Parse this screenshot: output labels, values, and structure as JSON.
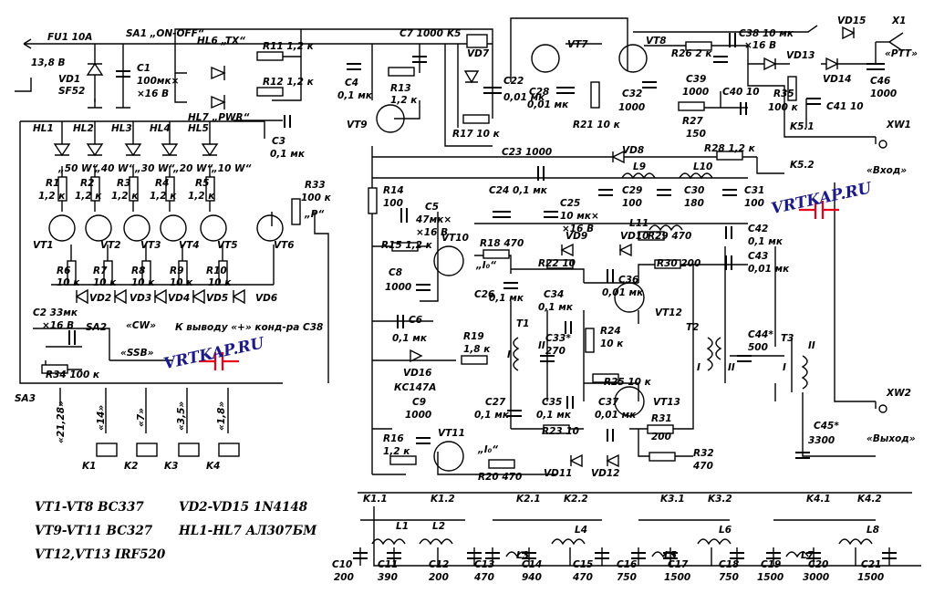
{
  "bom_notes": [
    "VT1-VT8 BC337",
    "VD2-VD15 1N4148",
    "VT9-VT11 BC327",
    "HL1-HL7 АЛ307БМ",
    "VT12,VT13 IRF520"
  ],
  "watermark": "VRTKAP.RU",
  "colors": {
    "ink": "#000000",
    "watermark": "#1a1a8c",
    "mark": "#e6001a"
  },
  "labels": {
    "supply_fuse": "FU1 10A",
    "supply_voltage": "13,8 В",
    "vd1": "VD1",
    "vd1_type": "SF52",
    "sa1": "SA1 „ON-OFF“",
    "c1": "C1",
    "c1_val": "100мк×",
    "c1_volt": "×16 В",
    "hl6": "HL6 „TX“",
    "hl7": "HL7 „PWR“",
    "r11": "R11 1,2 к",
    "r12": "R12 1,2 к",
    "c7": "C7 1000",
    "k5": "K5",
    "vd7": "VD7",
    "c22": "C22",
    "c22_val": "0,01 мк",
    "vt7": "VT7",
    "vt8": "VT8",
    "c28": "C28",
    "c28_val": "0,01 мк",
    "r21": "R21 10 к",
    "c32": "C32",
    "c32_val": "1000",
    "r26": "R26 2 к",
    "c38": "C38 10 мк",
    "c38_volt": "×16 В",
    "c39": "C39",
    "c39_val": "1000",
    "c40": "C40 10",
    "vd13": "VD13",
    "vd14": "VD14",
    "vd15": "VD15",
    "x1": "X1",
    "ptt": "«PTT»",
    "c46": "C46",
    "c46_val": "1000",
    "r35": "R35",
    "r35_val": "100 к",
    "c41": "C41 10",
    "r27": "R27",
    "r27_val": "150",
    "k51": "K5.1",
    "xw1": "XW1",
    "vhod": "«Вход»",
    "k52": "K5.2",
    "r28": "R28 1,2 к",
    "hl1": "HL1",
    "hl2": "HL2",
    "hl3": "HL3",
    "hl4": "HL4",
    "hl5": "HL5",
    "p50": "„50 W“",
    "p40": "„40 W“",
    "p30": "„30 W“",
    "p20": "„20 W“",
    "p10": "„10 W“",
    "r1": "R1",
    "r2": "R2",
    "r3": "R3",
    "r4": "R4",
    "r5": "R5",
    "k12": "1,2 к",
    "vt1": "VT1",
    "vt2": "VT2",
    "vt3": "VT3",
    "vt4": "VT4",
    "vt5": "VT5",
    "vt6": "VT6",
    "r6": "R6",
    "r7": "R7",
    "r8": "R8",
    "r9": "R9",
    "r10": "R10",
    "k10": "10 к",
    "vd2": "VD2",
    "vd3": "VD3",
    "vd4": "VD4",
    "vd5": "VD5",
    "vd6": "VD6",
    "c3": "C3",
    "c3_val": "0,1 мк",
    "r33": "R33",
    "r33_val": "100 к",
    "r33_p": "„P“",
    "c4": "C4",
    "c4_val": "0,1 мк",
    "r13": "R13",
    "r13_val": "1,2 к",
    "vt9": "VT9",
    "r17": "R17 10 к",
    "c23": "C23 1000",
    "vd8": "VD8",
    "l9": "L9",
    "l10": "L10",
    "c29": "C29",
    "c29_val": "100",
    "c30": "C30",
    "c30_val": "180",
    "c31": "C31",
    "c31_val": "100",
    "r14": "R14",
    "r14_val": "100",
    "c5": "C5",
    "c5_val": "47мк×",
    "c5_volt": "×16 В",
    "c24": "C24 0,1 мк",
    "c25": "C25",
    "c25_val": "10 мк×",
    "c25_volt": "×16 В",
    "l11": "L11",
    "c42": "C42",
    "c42_val": "0,1 мк",
    "c43": "C43",
    "c43_val": "0,01 мк",
    "r15": "R15 1,2 к",
    "vt10": "VT10",
    "r18": "R18 470",
    "vd9": "VD9",
    "vd10": "VD10",
    "r29": "R29 470",
    "i0_top": "„I₀“",
    "c8": "C8",
    "c8_val": "1000",
    "c26": "C26",
    "c26_val": "0,1 мк",
    "r22": "R22 10",
    "r30": "R30 200",
    "c36": "C36",
    "c36_val": "0,01 мк",
    "c2": "C2 33мк",
    "c2_volt": "×16 В",
    "sa2": "SA2",
    "cw": "«CW»",
    "to_c38": "К выводу «+» конд-ра C38",
    "ssb": "«SSB»",
    "r34": "R34 100 к",
    "c6": "C6",
    "c6_val": "0,1 мк",
    "c34": "C34",
    "c34_val": "0,1 мк",
    "vt12": "VT12",
    "t1": "T1",
    "t2": "T2",
    "t3": "T3",
    "c44": "C44*",
    "c44_val": "500",
    "c33": "C33*",
    "c33_val": "270",
    "r24": "R24",
    "r24_val": "10 к",
    "r19": "R19",
    "r19_val": "1,8 к",
    "vd16": "VD16",
    "vd16_type": "КС147А",
    "r25": "R25 10 к",
    "sa3": "SA3",
    "b2128": "«21,28»",
    "b14": "«14»",
    "b7": "«7»",
    "b35": "«3,5»",
    "b18": "«1,8»",
    "k1": "K1",
    "k2": "K2",
    "k3": "K3",
    "k4": "K4",
    "c9": "C9",
    "c9_val": "1000",
    "c27": "C27",
    "c27_val": "0,1 мк",
    "c35": "C35",
    "c35_val": "0,1 мк",
    "c37": "C37",
    "c37_val": "0,01 мк",
    "vt13": "VT13",
    "r23": "R23 10",
    "r31": "R31",
    "r31_val": "200",
    "xw2": "XW2",
    "vyhod": "«Выход»",
    "c45": "C45*",
    "c45_val": "3300",
    "r16": "R16",
    "r16_val": "1,2 к",
    "vt11": "VT11",
    "i0_bot": "„I₀“",
    "vd11": "VD11",
    "vd12": "VD12",
    "r32": "R32",
    "r32_val": "470",
    "r20": "R20 470",
    "k11": "K1.1",
    "k12r": "K1.2",
    "k21": "K2.1",
    "k22": "K2.2",
    "k31": "K3.1",
    "k32": "K3.2",
    "k41": "K4.1",
    "k42": "K4.2",
    "l1": "L1",
    "l2": "L2",
    "l3": "L3",
    "l4": "L4",
    "l5": "L5",
    "l6": "L6",
    "l7": "L7",
    "l8": "L8",
    "c10": "C10",
    "c10_val": "200",
    "c11": "C11",
    "c11_val": "390",
    "c12": "C12",
    "c12_val": "200",
    "c13": "C13",
    "c13_val": "470",
    "c14": "C14",
    "c14_val": "940",
    "c15": "C15",
    "c15_val": "470",
    "c16": "C16",
    "c16_val": "750",
    "c17": "C17",
    "c17_val": "1500",
    "c18": "C18",
    "c18_val": "750",
    "c19": "C19",
    "c19_val": "1500",
    "c20": "C20",
    "c20_val": "3000",
    "c21": "C21",
    "c21_val": "1500",
    "wI": "I",
    "wII": "II"
  }
}
